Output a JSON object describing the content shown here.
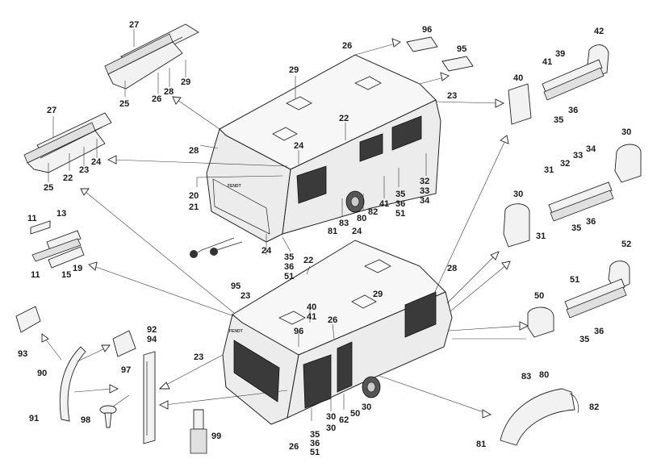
{
  "labels": {
    "n27a": "27",
    "n25a": "25",
    "n26a": "26",
    "n28a": "28",
    "n29a": "29",
    "n27b": "27",
    "n22b": "22",
    "n23b": "23",
    "n24b": "24",
    "n25b": "25",
    "n11a": "11",
    "n13": "13",
    "n11b": "11",
    "n15": "15",
    "n19": "19",
    "n26top": "26",
    "n29top": "29",
    "n28top": "28",
    "n22top": "22",
    "n24top": "24",
    "n20": "20",
    "n21": "21",
    "n23top": "23",
    "n96top": "96",
    "n95top": "95",
    "n32top": "32",
    "n33top": "33",
    "n34top": "34",
    "n35top": "35",
    "n36top": "36",
    "n51top": "51",
    "n41top": "41",
    "n82top": "82",
    "n80top": "80",
    "n83top": "83",
    "n81top": "81",
    "n24mid": "24",
    "n35mid": "35",
    "n36mid": "36",
    "n51mid": "51",
    "n22mid": "22",
    "n24bot": "24",
    "n95bot": "95",
    "n23bot": "23",
    "n29bot": "29",
    "n28bot": "28",
    "n40bot": "40",
    "n41bot": "41",
    "n96bot": "96",
    "n26bot": "26",
    "n23left": "23",
    "n30a": "30",
    "n50bot": "50",
    "n30b": "30",
    "n62": "62",
    "n30c": "30",
    "n35bot": "35",
    "n36bot": "36",
    "n51bot": "51",
    "n26bot2": "26",
    "n93": "93",
    "n90": "90",
    "n97": "97",
    "n91": "91",
    "n92": "92",
    "n94": "94",
    "n98": "98",
    "n99": "99",
    "n42": "42",
    "n39": "39",
    "n41r": "41",
    "n40r": "40",
    "n36r": "36",
    "n35r": "35",
    "n30r1": "30",
    "n34r": "34",
    "n33r": "33",
    "n32r": "32",
    "n31r1": "31",
    "n30r2": "30",
    "n36r2": "36",
    "n35r2": "35",
    "n31r2": "31",
    "n52": "52",
    "n51r": "51",
    "n50r": "50",
    "n36r3": "36",
    "n35r3": "35",
    "n83r": "83",
    "n80r": "80",
    "n82r": "82",
    "n81r": "81"
  },
  "brand_text": "FENDT"
}
